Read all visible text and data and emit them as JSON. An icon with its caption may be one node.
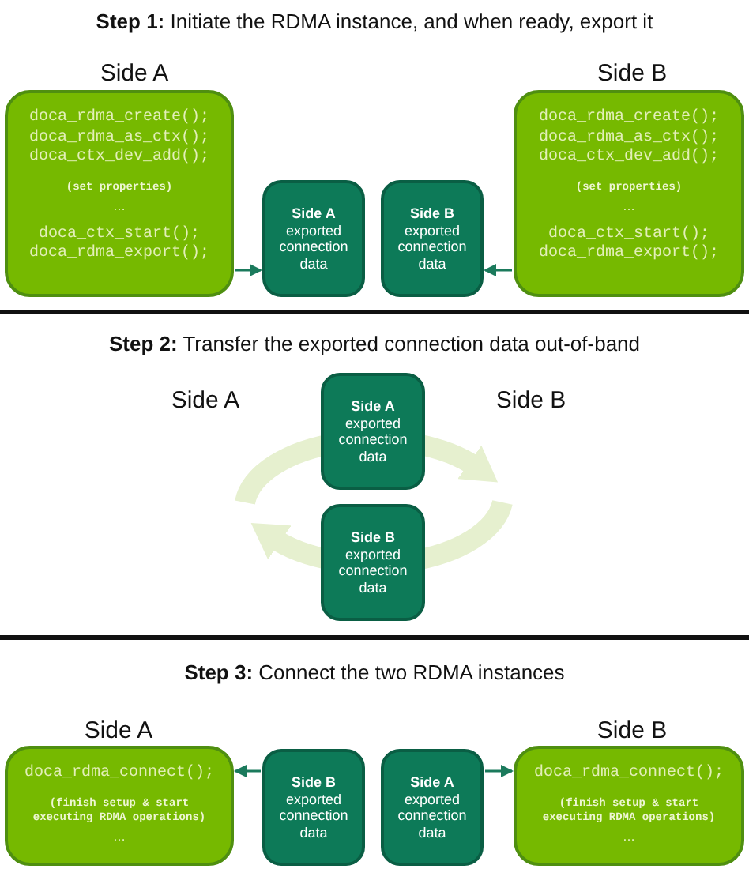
{
  "diagram": {
    "nodes": [
      {
        "text": [
          "doca_rdma_create();",
          "doca_rdma_as_ctx();",
          "doca_ctx_dev_add();",
          "(set properties)",
          "…",
          "doca_ctx_start();",
          "doca_rdma_export();"
        ]
      },
      {
        "text": [
          "Side A",
          "exported connection data"
        ]
      },
      {
        "text": [
          "Side B",
          "exported connection data"
        ]
      },
      {
        "text": [
          "doca_rdma_create();",
          "doca_rdma_as_ctx();",
          "doca_ctx_dev_add();",
          "(set properties)",
          "…",
          "doca_ctx_start();",
          "doca_rdma_export();"
        ]
      },
      {
        "text": [
          "Side A",
          "exported connection data"
        ]
      },
      {
        "text": [
          "Side B",
          "exported connection data"
        ]
      },
      {
        "text": [
          "doca_rdma_connect();",
          "(finish setup & start executing RDMA operations)",
          "…"
        ]
      },
      {
        "text": [
          "Side B",
          "exported connection data"
        ]
      },
      {
        "text": [
          "Side A",
          "exported connection data"
        ]
      },
      {
        "text": [
          "doca_rdma_connect();",
          "(finish setup & start executing RDMA operations)",
          "…"
        ]
      }
    ],
    "edges": [
      {
        "from": 0,
        "to": 1,
        "arrow": "to"
      },
      {
        "from": 3,
        "to": 2,
        "arrow": "to"
      },
      {
        "from": 7,
        "to": 6,
        "arrow": "to"
      },
      {
        "from": 8,
        "to": 9,
        "arrow": "to"
      }
    ],
    "labels": [
      "**Step 1:** Initiate the RDMA instance, and when ready, export it",
      "Side A",
      "Side B",
      "**Step 2:** Transfer the exported connection data out-of-band",
      "Side A",
      "Side B",
      "**Step 3:** Connect the two RDMA instances",
      "Side A",
      "Side B"
    ]
  }
}
